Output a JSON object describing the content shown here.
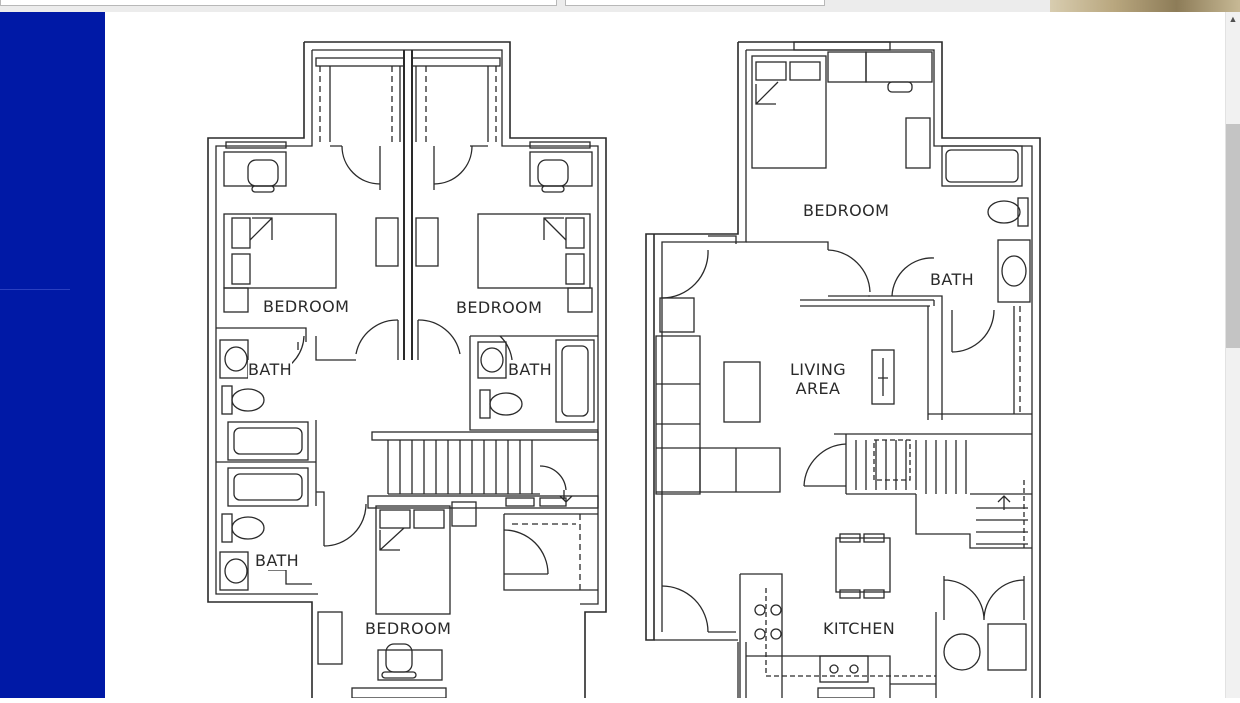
{
  "rooms": {
    "bedroom_upper_left": "BEDROOM",
    "bedroom_upper_right": "BEDROOM",
    "bath_left": "BATH",
    "bath_right": "BATH",
    "bath_lower": "BATH",
    "bedroom_lower": "BEDROOM",
    "bedroom_main": "BEDROOM",
    "bath_main": "BATH",
    "living_area_line1": "LIVING",
    "living_area_line2": "AREA",
    "kitchen": "KITCHEN"
  },
  "icons": {
    "scroll_up": "chevron-up-icon"
  },
  "colors": {
    "sidebar": "#0019a6",
    "wall": "#2a2a2a",
    "background": "#ffffff"
  }
}
